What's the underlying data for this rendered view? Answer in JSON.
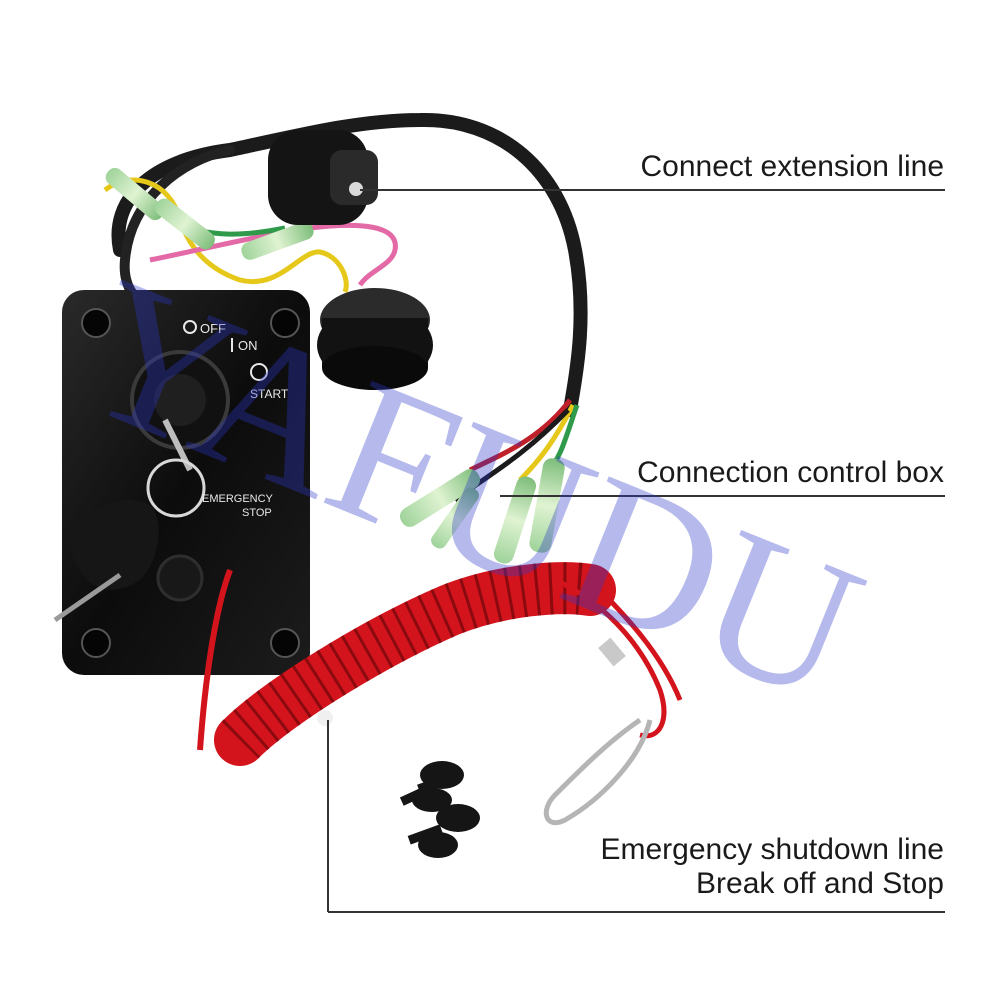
{
  "callouts": {
    "extension": "Connect extension line",
    "control_box": "Connection control box",
    "emergency_line1": "Emergency shutdown line",
    "emergency_line2": "Break off and Stop"
  },
  "panel": {
    "off": "OFF",
    "on": "ON",
    "start": "START",
    "emergency1": "EMERGENCY",
    "emergency2": "STOP"
  },
  "watermark": "YAFUDU",
  "colors": {
    "panel": "#0e0e0e",
    "cord": "#d4141c",
    "wire_black": "#1b1b1b",
    "wire_yellow": "#e6c81a",
    "wire_pink": "#e36aa6",
    "wire_green": "#2f9a4a",
    "watermark": "#2b37c8"
  }
}
